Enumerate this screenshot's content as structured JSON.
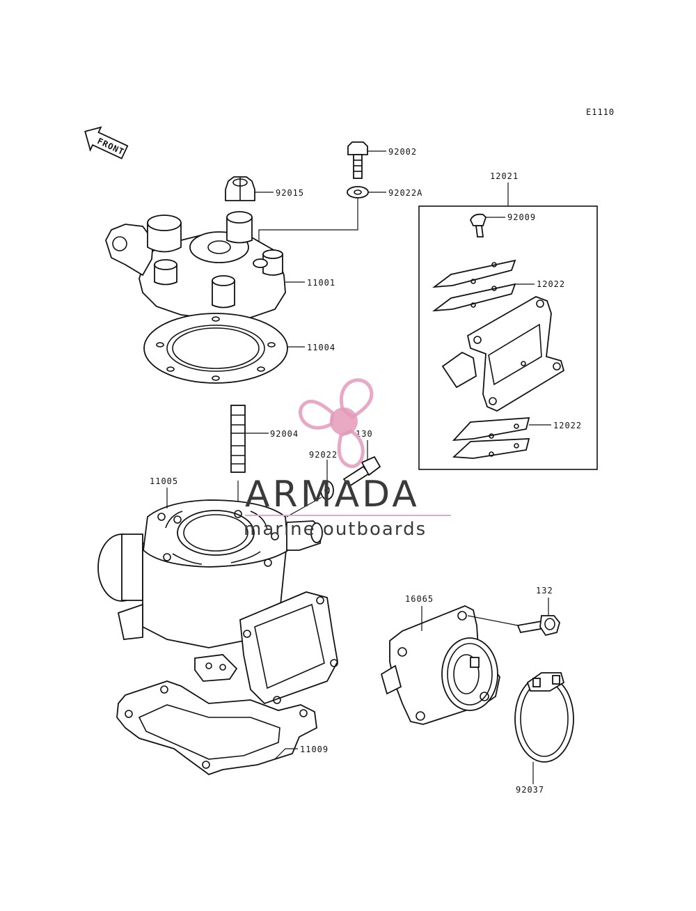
{
  "diagram_code": "E1110",
  "front_label": "FRONT",
  "parts": {
    "p92002": "92002",
    "p92022A": "92022A",
    "p92015": "92015",
    "p12021": "12021",
    "p92009": "92009",
    "p12022a": "12022",
    "p11001": "11001",
    "p11004": "11004",
    "p12022b": "12022",
    "p92004": "92004",
    "p130": "130",
    "p92022": "92022",
    "p11005": "11005",
    "p16065": "16065",
    "p132": "132",
    "p11009": "11009",
    "p92037": "92037"
  },
  "watermark": {
    "brand": "ARMADA",
    "tagline": "marine outboards",
    "colors": {
      "propeller": "#e8a9c6",
      "hub": "#e49ab9",
      "text": "#3a3a3a",
      "rule": "#e8a9c6"
    }
  }
}
